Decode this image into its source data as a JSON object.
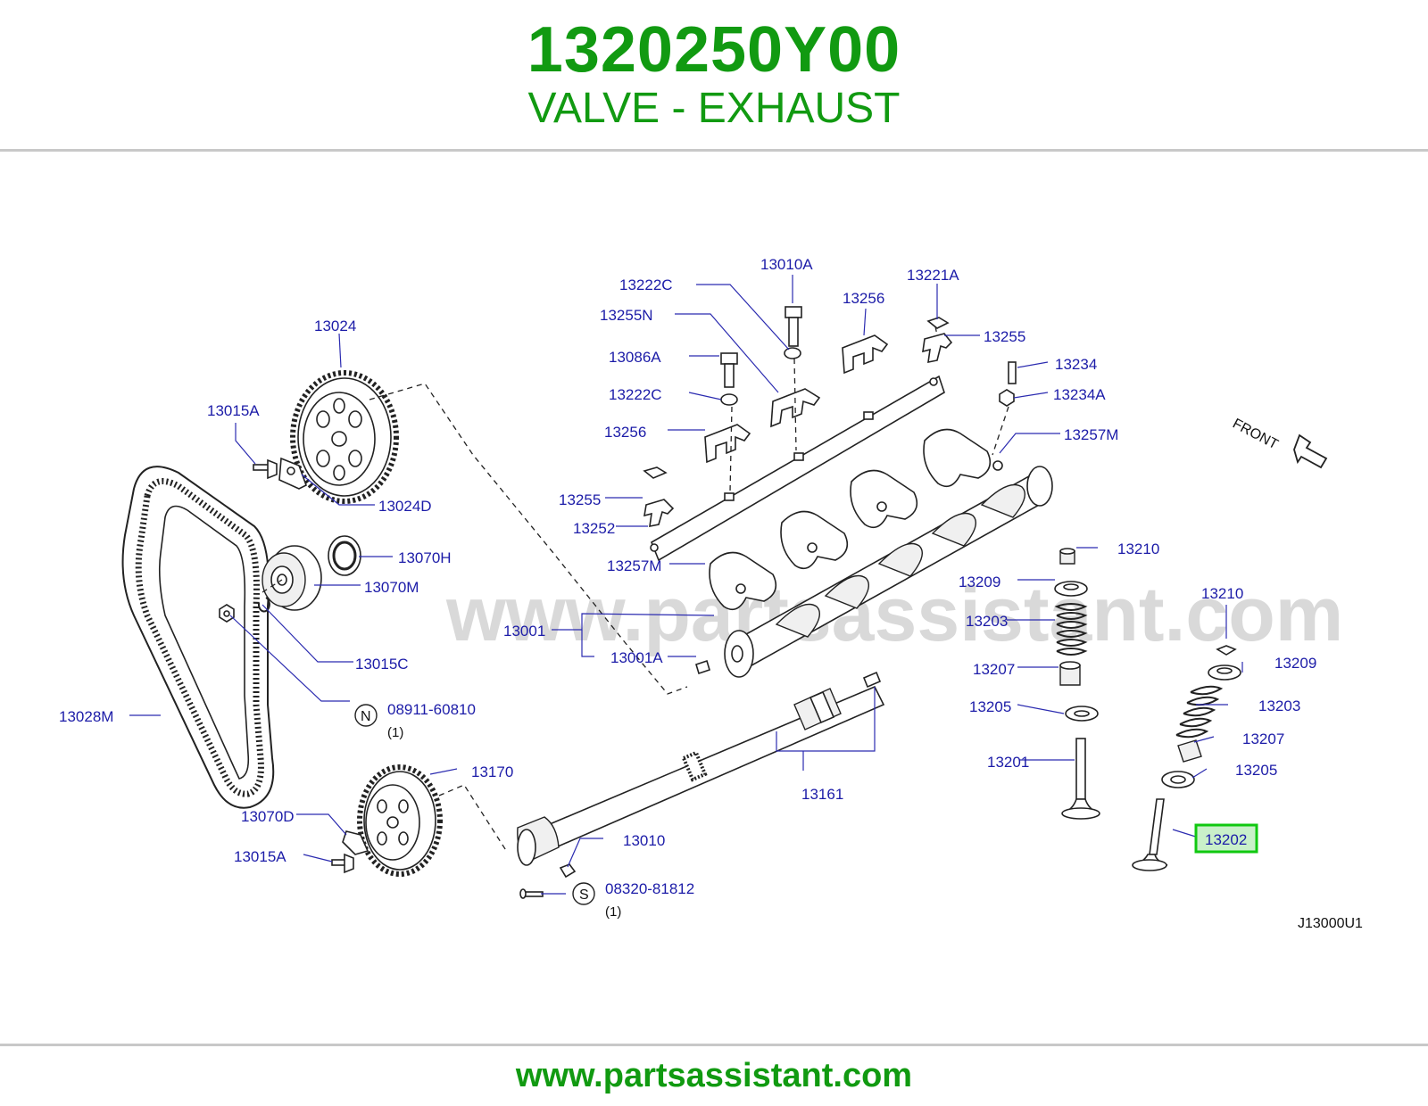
{
  "header": {
    "part_number": "1320250Y00",
    "part_name": "VALVE - EXHAUST"
  },
  "watermark": "www.partsassistant.com",
  "footer": {
    "url": "www.partsassistant.com"
  },
  "diagram": {
    "code": "J13000U1",
    "front_label": "FRONT",
    "highlighted_part": "13202",
    "labels": {
      "p13010A": "13010A",
      "p13221A": "13221A",
      "p13222C_top": "13222C",
      "p13256_top": "13256",
      "p13255N": "13255N",
      "p13255_right": "13255",
      "p13086A": "13086A",
      "p13234": "13234",
      "p13222C": "13222C",
      "p13234A": "13234A",
      "p13256": "13256",
      "p13257M_right": "13257M",
      "p13024": "13024",
      "p13015A_top": "13015A",
      "p13024D": "13024D",
      "p13255_left": "13255",
      "p13252": "13252",
      "p13070H": "13070H",
      "p13070M": "13070M",
      "p13257M_left": "13257M",
      "p13210_a": "13210",
      "p13209_a": "13209",
      "p13210_b": "13210",
      "p13203_a": "13203",
      "p13001": "13001",
      "p13001A": "13001A",
      "p13015C": "13015C",
      "p13209_b": "13209",
      "p13207_a": "13207",
      "p13203_b": "13203",
      "p13205_a": "13205",
      "p08911": "08911-60810",
      "p08911_qty": "(1)",
      "p13028M": "13028M",
      "p13207_b": "13207",
      "p13201": "13201",
      "p13205_b": "13205",
      "p13170": "13170",
      "p13161": "13161",
      "p13070D": "13070D",
      "p13202": "13202",
      "p13010": "13010",
      "p13015A_bottom": "13015A",
      "p08320": "08320-81812",
      "p08320_qty": "(1)",
      "symbol_N": "N",
      "symbol_S": "S"
    }
  }
}
